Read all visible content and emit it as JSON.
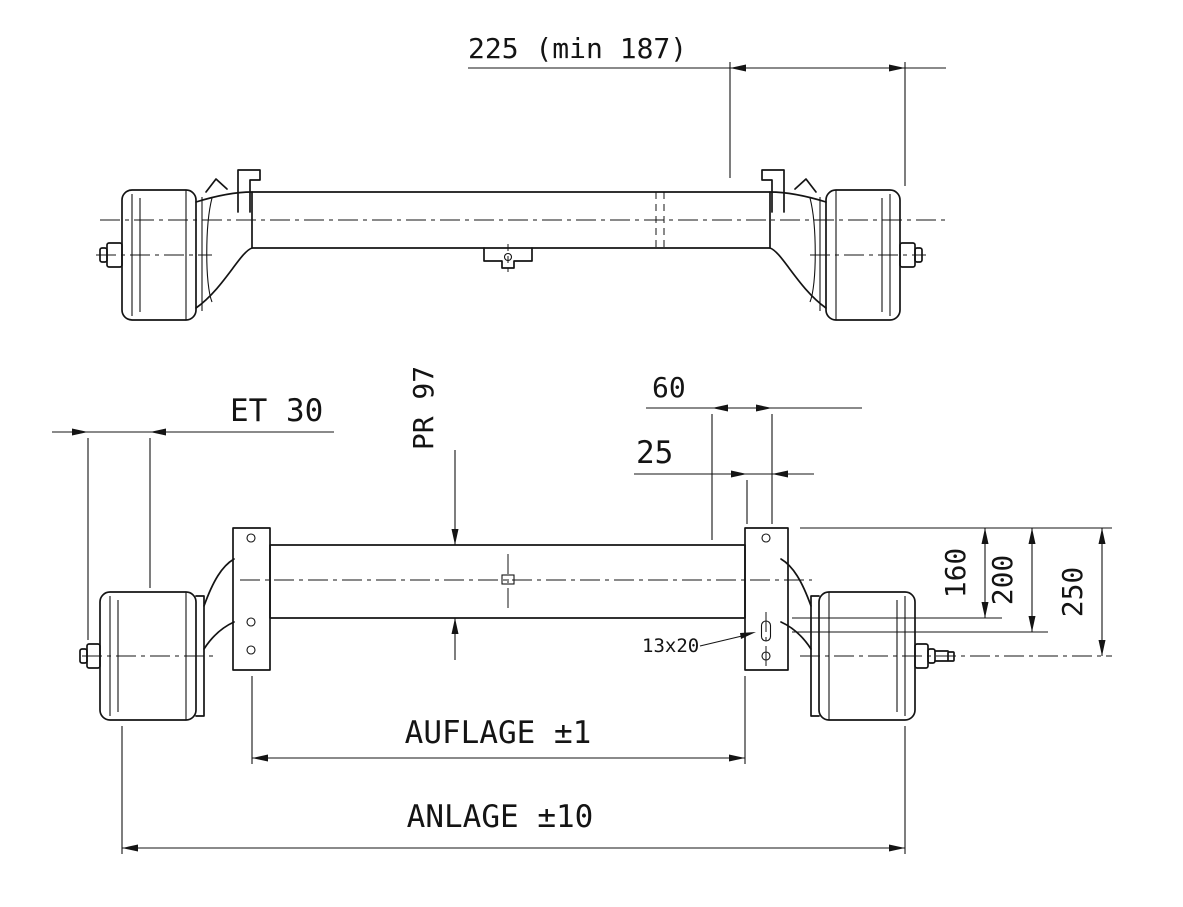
{
  "page": {
    "background": "#ffffff",
    "line_color": "#141414"
  },
  "drawing": {
    "kind": "technical-drawing",
    "dimensions": {
      "d225": "225 (min 187)",
      "et30": "ET 30",
      "pr97": "PR 97",
      "d60": "60",
      "d25": "25",
      "d160": "160",
      "d200": "200",
      "d250": "250",
      "slot": "13x20",
      "auflage": "AUFLAGE ±1",
      "anlage": "ANLAGE ±10"
    }
  }
}
